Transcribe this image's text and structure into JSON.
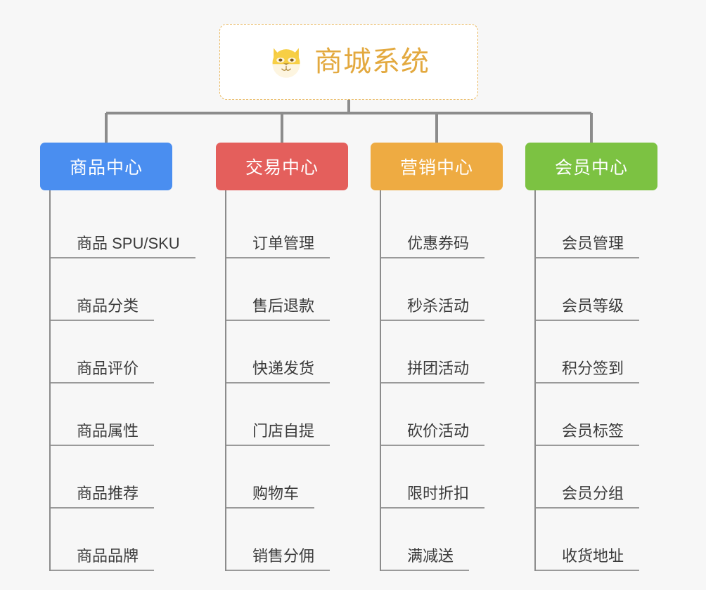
{
  "page": {
    "background_color": "#f7f7f7",
    "type": "mindmap"
  },
  "root": {
    "title": "商城系统",
    "icon": "shiba-dog-face-icon",
    "title_color": "#e3a93f",
    "border_color": "#e9b75c",
    "background_color": "#ffffff"
  },
  "columns": [
    {
      "label": "商品中心",
      "color": "#4a8ef0",
      "items": [
        "商品 SPU/SKU",
        "商品分类",
        "商品评价",
        "商品属性",
        "商品推荐",
        "商品品牌"
      ]
    },
    {
      "label": "交易中心",
      "color": "#e45f5c",
      "items": [
        "订单管理",
        "售后退款",
        "快递发货",
        "门店自提",
        "购物车",
        "销售分佣"
      ]
    },
    {
      "label": "营销中心",
      "color": "#eeab42",
      "items": [
        "优惠券码",
        "秒杀活动",
        "拼团活动",
        "砍价活动",
        "限时折扣",
        "满减送"
      ]
    },
    {
      "label": "会员中心",
      "color": "#7cc242",
      "items": [
        "会员管理",
        "会员等级",
        "积分签到",
        "会员标签",
        "会员分组",
        "收货地址"
      ]
    }
  ],
  "connector": {
    "color": "#8c8c8c"
  }
}
